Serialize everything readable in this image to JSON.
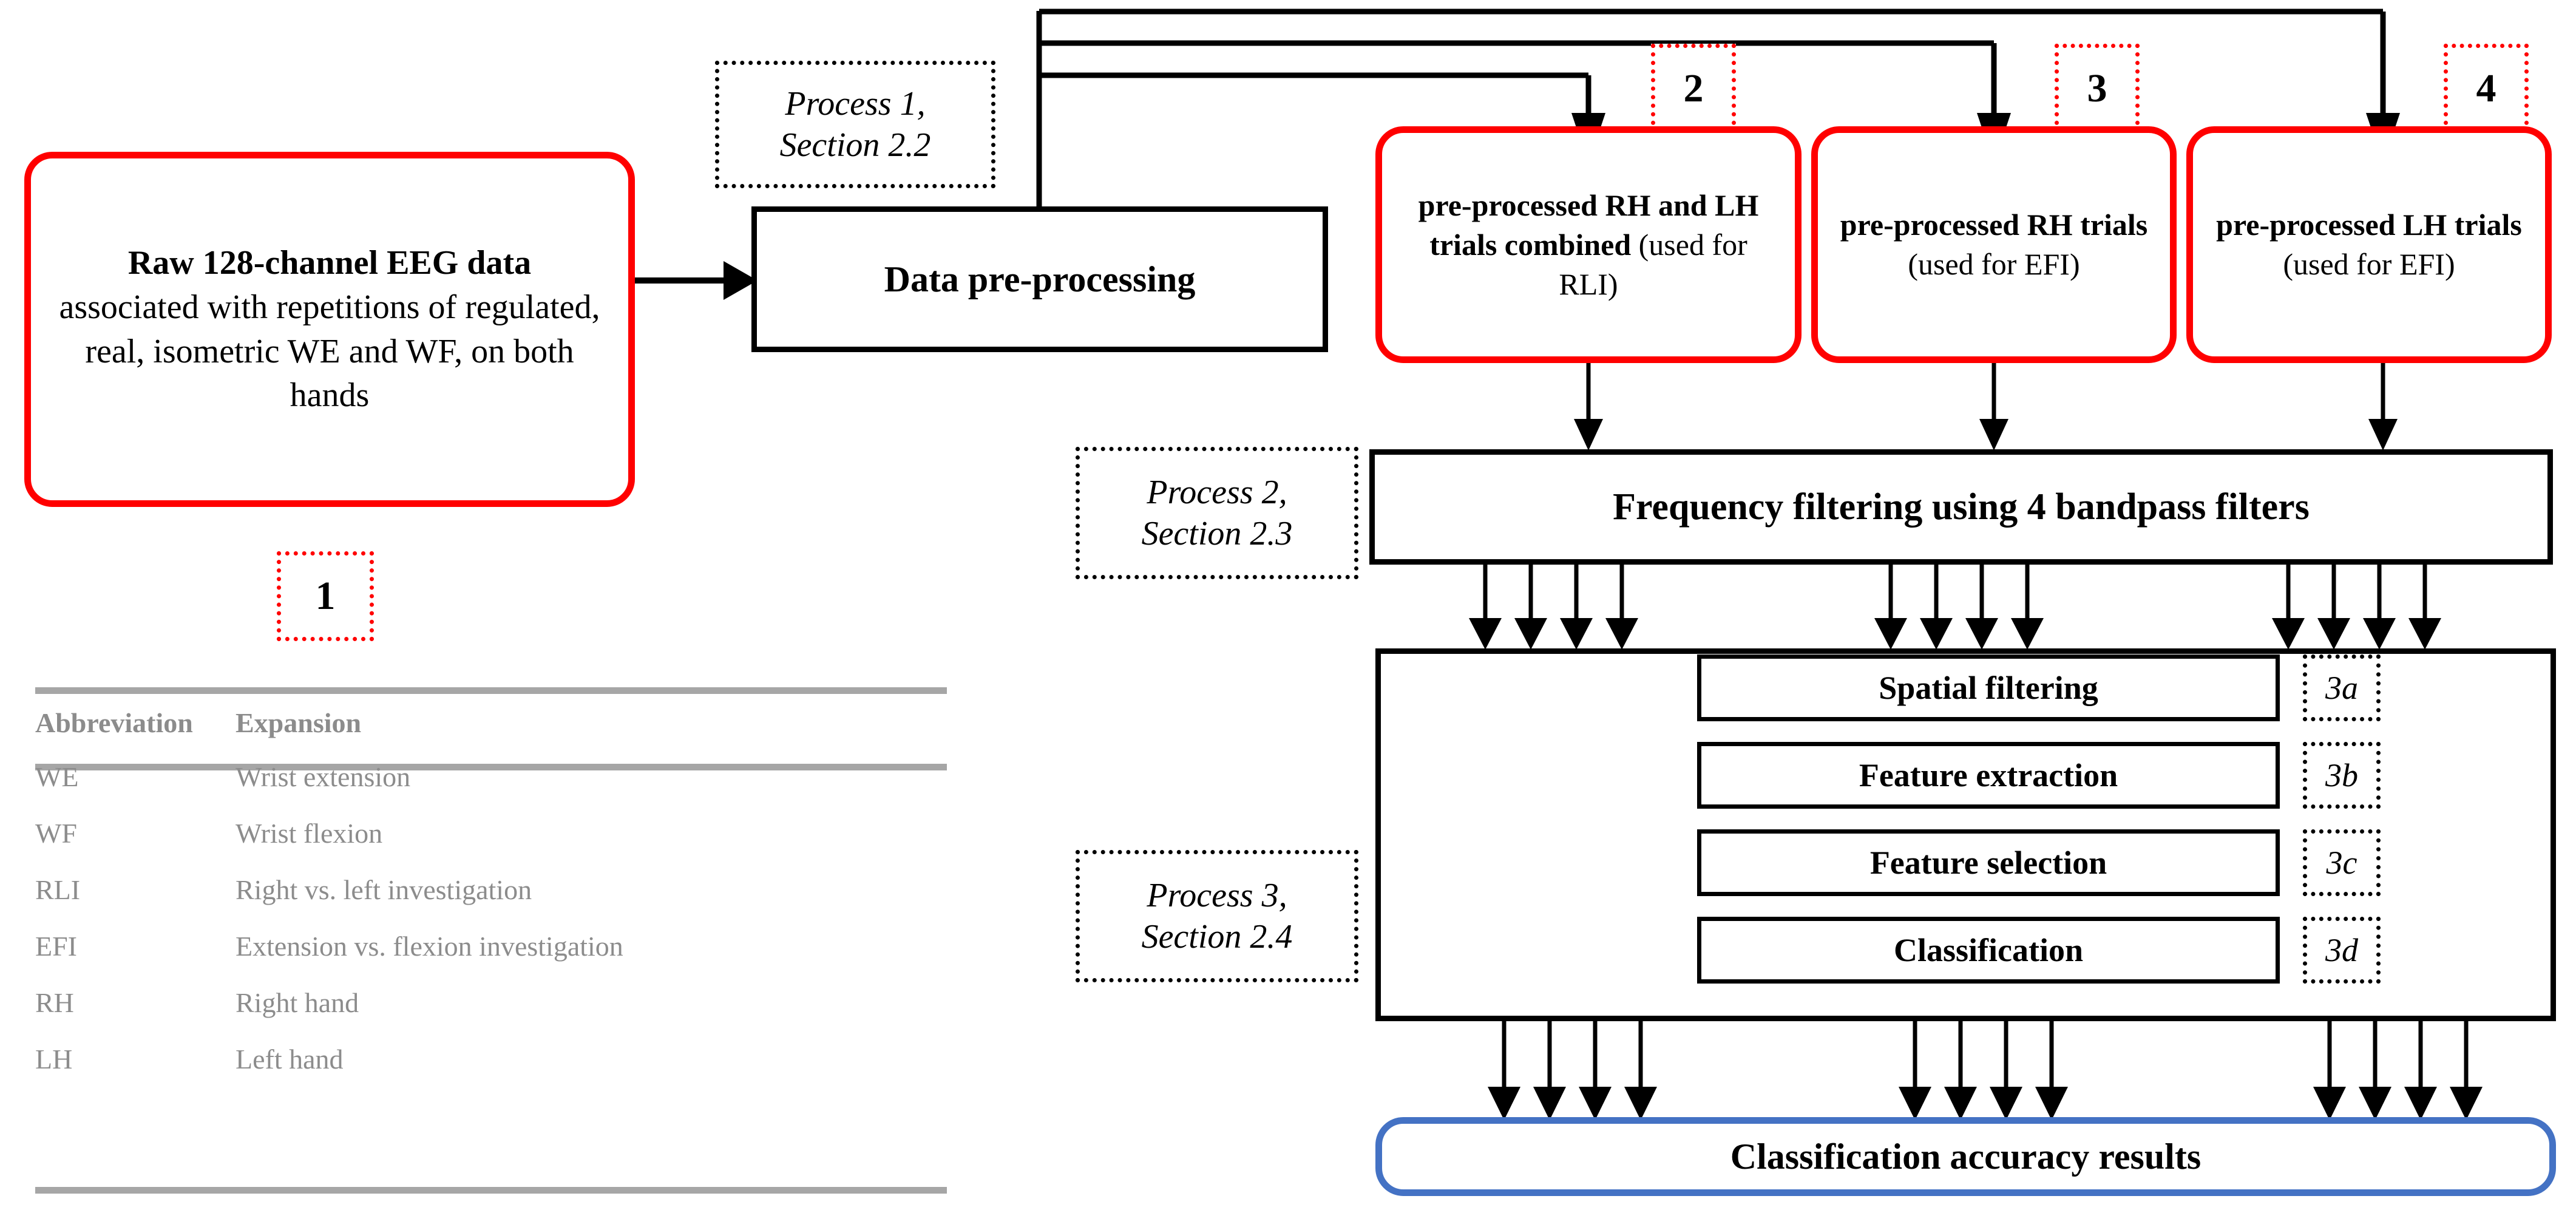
{
  "nodes": {
    "raw_eeg": "Raw 128-channel EEG data associated with repetitions of regulated, real, isometric WE and WF, on both hands",
    "raw_eeg_bold": "Raw 128-channel EEG data",
    "raw_eeg_rest": " associated with repetitions of regulated, real, isometric WE and WF, on both hands",
    "data_preprocessing": "Data pre-processing",
    "combined_bold": "pre-processed RH and LH trials combined",
    "combined_rest": " (used for RLI)",
    "rh_bold": "pre-processed RH trials",
    "rh_rest": "(used for EFI)",
    "lh_bold": "pre-processed LH trials",
    "lh_rest": "(used for EFI)",
    "frequency_filtering": "Frequency filtering using 4 bandpass filters",
    "spatial_filtering": "Spatial filtering",
    "feature_extraction": "Feature extraction",
    "feature_selection": "Feature selection",
    "classification": "Classification",
    "classification_results": "Classification accuracy results"
  },
  "tags": {
    "n1": "1",
    "n2": "2",
    "n3": "3",
    "n4": "4",
    "process1_l1": "Process 1,",
    "process1_l2": "Section 2.2",
    "process2_l1": "Process 2,",
    "process2_l2": "Section 2.3",
    "process3_l1": "Process 3,",
    "process3_l2": "Section 2.4",
    "s3a": "3a",
    "s3b": "3b",
    "s3c": "3c",
    "s3d": "3d"
  },
  "abbreviations": {
    "header": {
      "col1": "Abbreviation",
      "col2": "Expansion"
    },
    "rows": [
      {
        "abbr": "WE",
        "expansion": "Wrist extension"
      },
      {
        "abbr": "WF",
        "expansion": "Wrist flexion"
      },
      {
        "abbr": "RLI",
        "expansion": "Right vs. left investigation"
      },
      {
        "abbr": "EFI",
        "expansion": "Extension vs. flexion investigation"
      },
      {
        "abbr": "RH",
        "expansion": "Right hand"
      },
      {
        "abbr": "LH",
        "expansion": "Left hand"
      }
    ]
  },
  "colors": {
    "red": "#FF0000",
    "blue": "#4472C4",
    "black": "#000000",
    "table_gray": "#8c8c8c",
    "rule_gray": "#a6a6a6"
  }
}
